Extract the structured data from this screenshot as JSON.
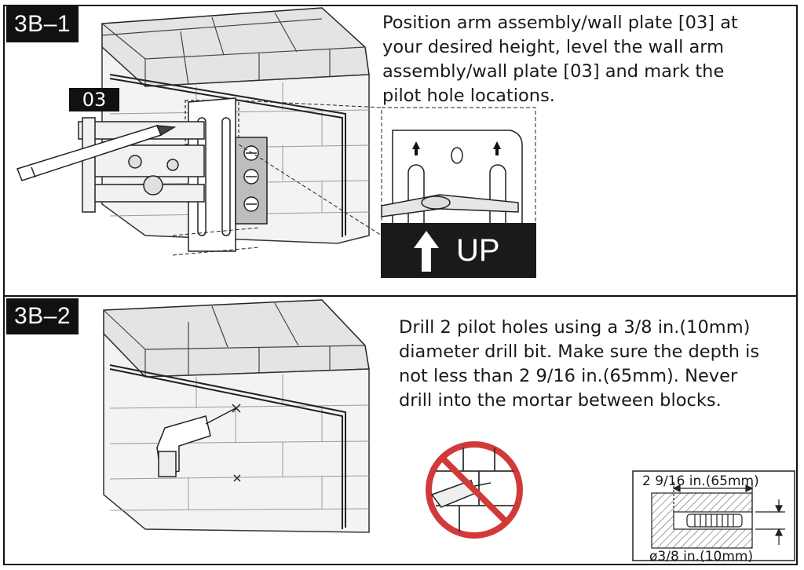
{
  "step1": {
    "badge": "3B–1",
    "lines": [
      "Position arm assembly/wall plate [03] at",
      "your desired height, level the wall arm",
      "assembly/wall plate [03] and mark the",
      "pilot hole locations."
    ],
    "part_label": "03",
    "detail_label": "UP"
  },
  "step2": {
    "badge": "3B–2",
    "lines": [
      "Drill 2 pilot holes using a 3/8 in.(10mm)",
      "diameter drill bit. Make sure the depth is",
      "not less than 2 9/16 in.(65mm). Never",
      "drill into the mortar between blocks."
    ],
    "depth_label": "2 9/16 in.(65mm)",
    "diameter_label": "ø3/8 in.(10mm)"
  },
  "icons": {
    "prohibited": "no-drill-mortar-icon",
    "up_arrow": "arrow-up-icon"
  },
  "colors": {
    "prohibited_red": "#d23a3a",
    "ink": "#1a1a1a"
  }
}
